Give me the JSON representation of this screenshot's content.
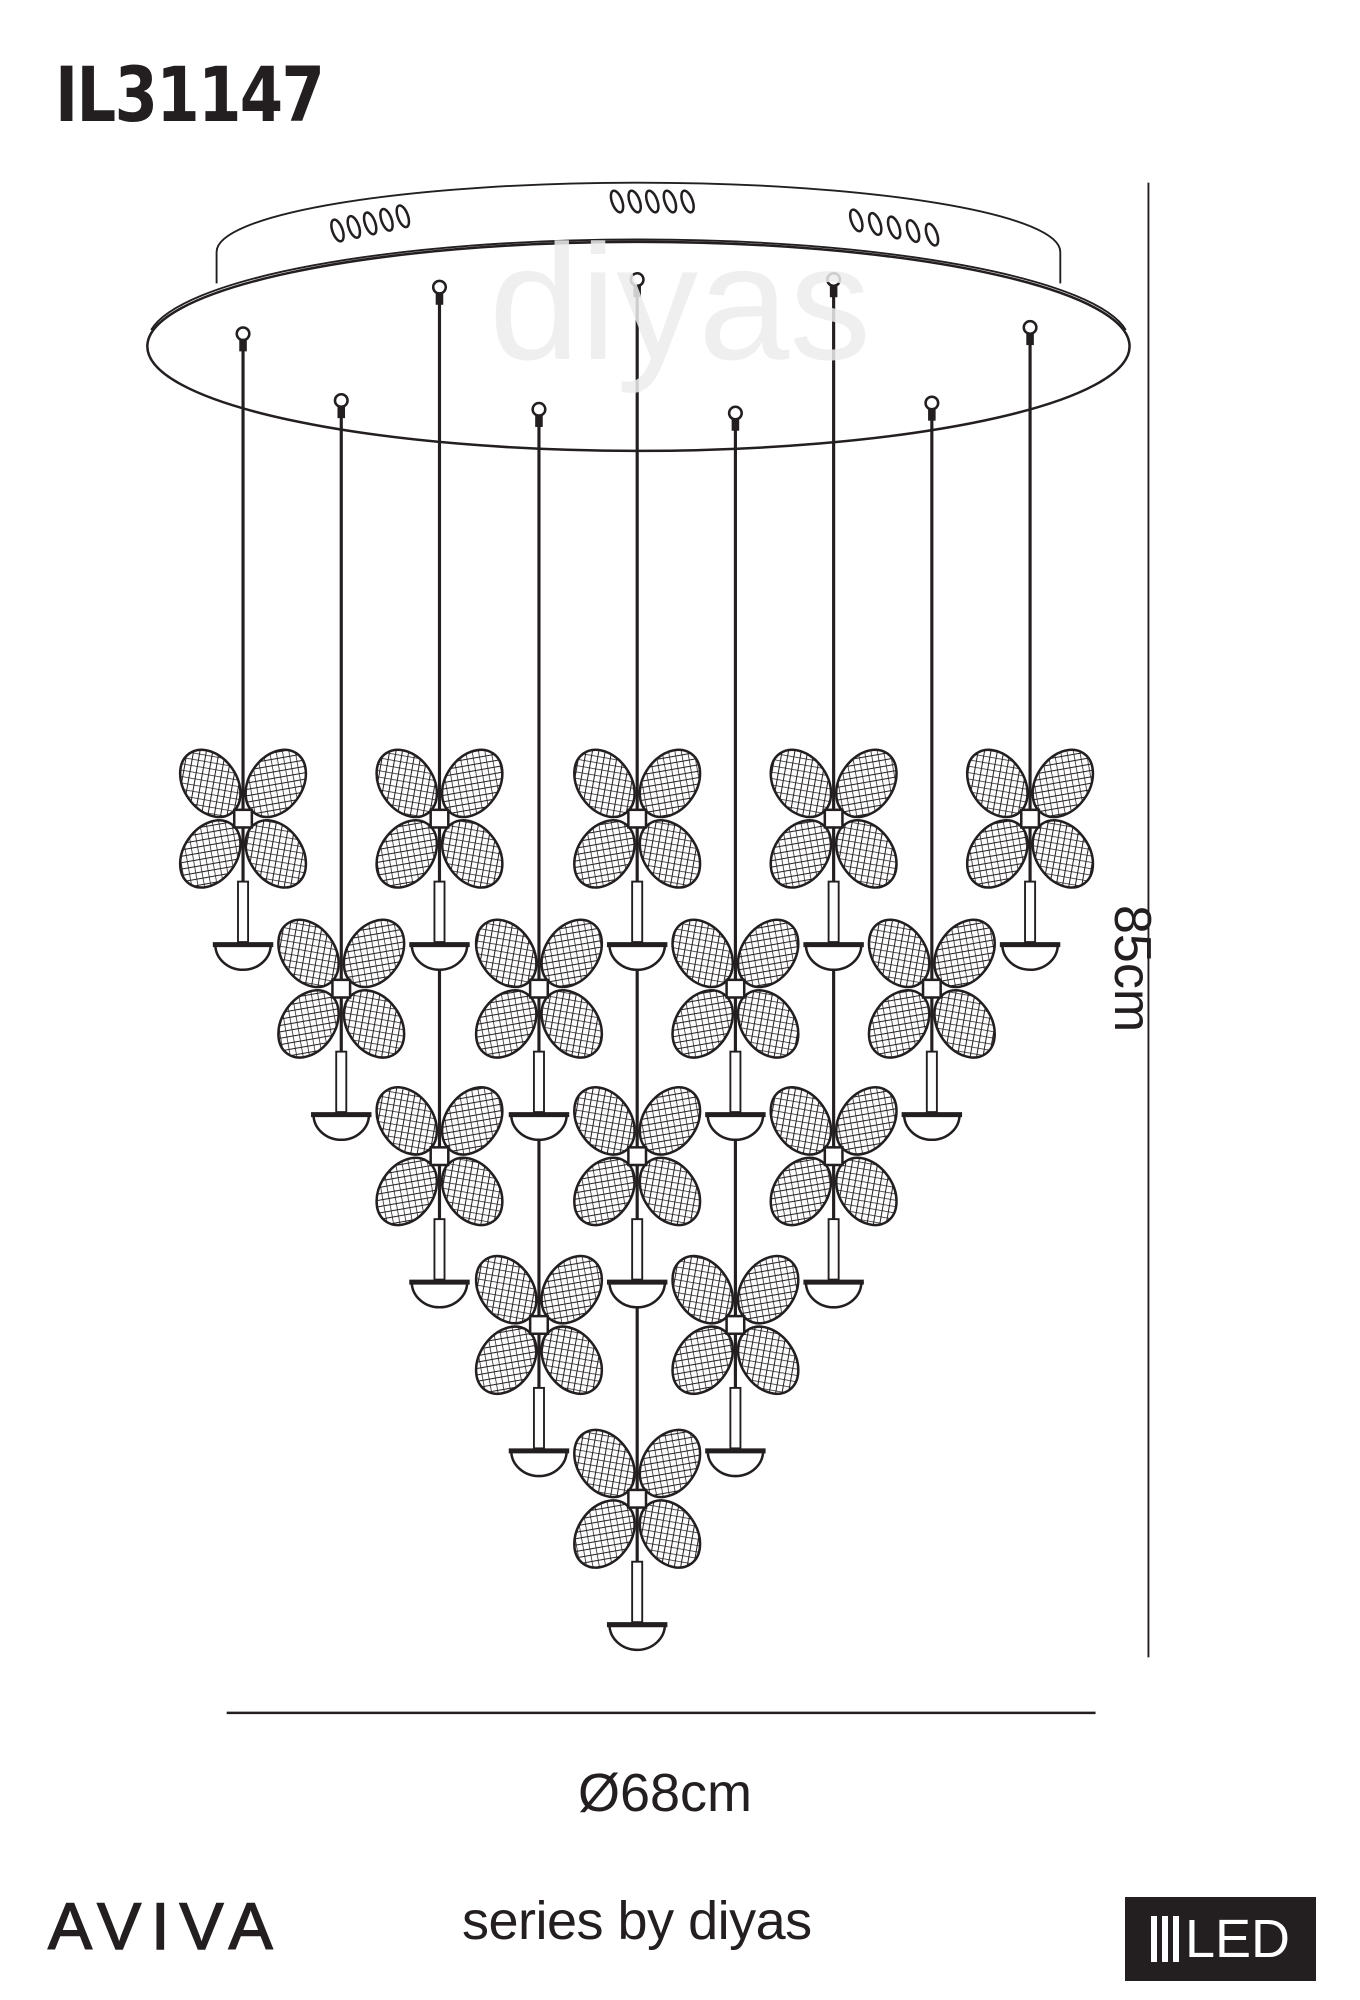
{
  "product_code": "IL31147",
  "dimensions": {
    "height": "85cm",
    "diameter": "Ø68cm"
  },
  "brand": {
    "name": "AVIVA",
    "series": "series by diyas",
    "watermark": "diyas"
  },
  "badge": {
    "label": "LED",
    "icon": "triple-bar-icon"
  },
  "colors": {
    "line": "#231f20",
    "badge_bg": "#231f20",
    "watermark": "#f2f2f2"
  }
}
